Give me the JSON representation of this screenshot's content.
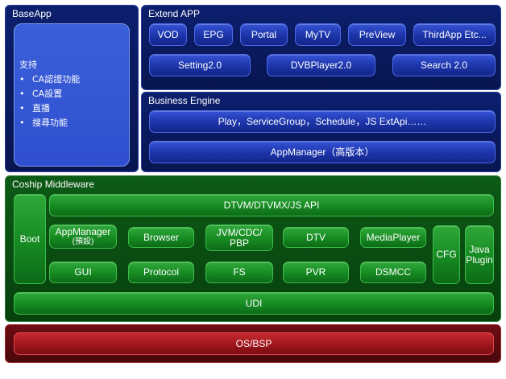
{
  "base_app": {
    "title": "BaseApp",
    "heading": "支持",
    "items": [
      "CA認證功能",
      "CA設置",
      "直播",
      "搜尋功能"
    ]
  },
  "extend_app": {
    "title": "Extend APP",
    "row1": [
      "VOD",
      "EPG",
      "Portal",
      "MyTV",
      "PreView",
      "ThirdApp Etc..."
    ],
    "row2": [
      "Setting2.0",
      "DVBPlayer2.0",
      "Search 2.0"
    ]
  },
  "business_engine": {
    "title": "Business Engine",
    "bar1": "Play，ServiceGroup，Schedule，JS  ExtApi……",
    "bar2": "AppManager（高版本）"
  },
  "middleware": {
    "title": "Coship Middleware",
    "boot": "Boot",
    "api": "DTVM/DTVMX/JS API",
    "appmanager": "AppManager",
    "appmanager_sub": "(預設)",
    "browser": "Browser",
    "jvm": "JVM/CDC/ PBP",
    "dtv": "DTV",
    "mediaplayer": "MediaPlayer",
    "cfg": "CFG",
    "java_plugin": "Java Plugin",
    "gui": "GUI",
    "protocol": "Protocol",
    "fs": "FS",
    "pvr": "PVR",
    "dsmcc": "DSMCC",
    "udi": "UDI"
  },
  "os": {
    "label": "OS/BSP"
  },
  "colors": {
    "navy": "#0c1f6e",
    "green": "#0d5a16",
    "red": "#6e0c12",
    "blue_button": "#2a45c4",
    "green_button": "#1f9a2c"
  }
}
